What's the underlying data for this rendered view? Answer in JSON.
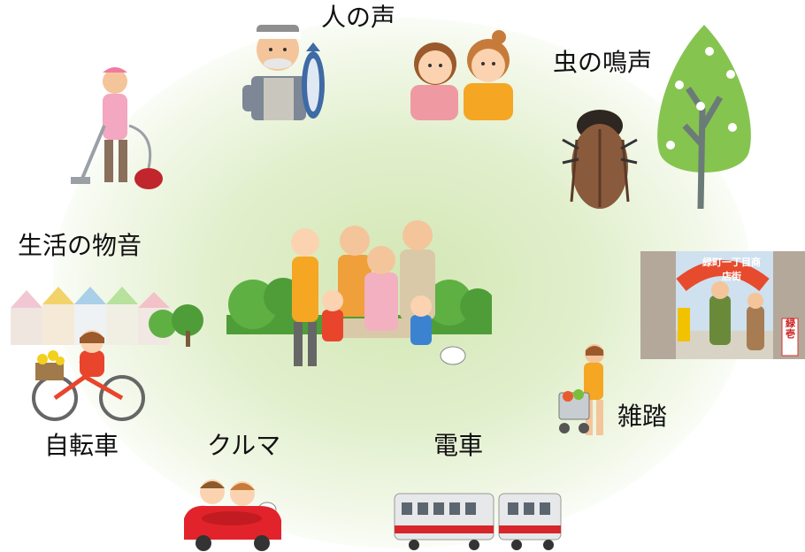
{
  "labels": {
    "voices": "人の声",
    "insects": "虫の鳴声",
    "daily_life": "生活の物音",
    "crowd": "雑踏",
    "bicycle": "自転車",
    "car": "クルマ",
    "train": "電車"
  },
  "shopping_street_sign": "緑町一丁目商店街",
  "shop_banner": "緑壱"
}
